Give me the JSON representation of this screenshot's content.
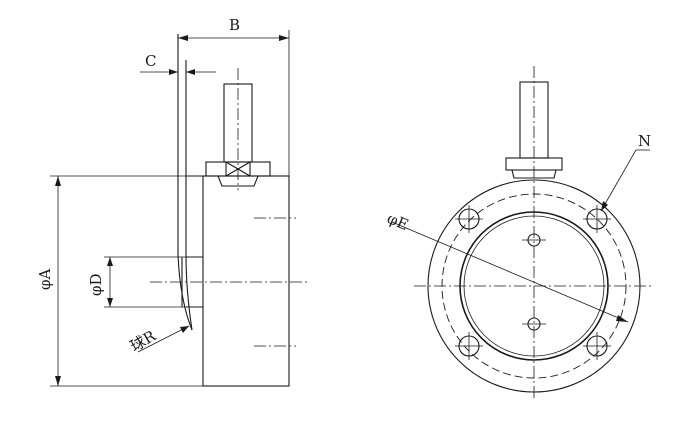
{
  "labels": {
    "b": "B",
    "c": "C",
    "phi_a": "φA",
    "phi_d": "φD",
    "sphere_r": "球R",
    "phi_e": "φE",
    "n": "N"
  }
}
